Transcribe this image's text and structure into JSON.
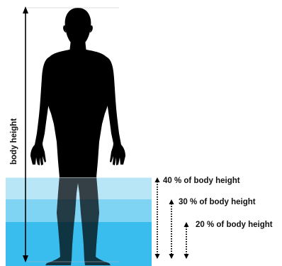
{
  "labels": {
    "body_height": "body height",
    "level_40": "40 % of body height",
    "level_30": "30 % of body height",
    "level_20": "20 % of body height"
  },
  "levels": [
    {
      "id": "40",
      "fraction": 0.4,
      "color": "#b9e6f7"
    },
    {
      "id": "30",
      "fraction": 0.3,
      "color": "#7fd3f3"
    },
    {
      "id": "20",
      "fraction": 0.2,
      "color": "#39bdee"
    }
  ],
  "colors": {
    "silhouette": "#000000",
    "arrow": "#000000",
    "band_overlay_tint": "#0a3a55"
  }
}
